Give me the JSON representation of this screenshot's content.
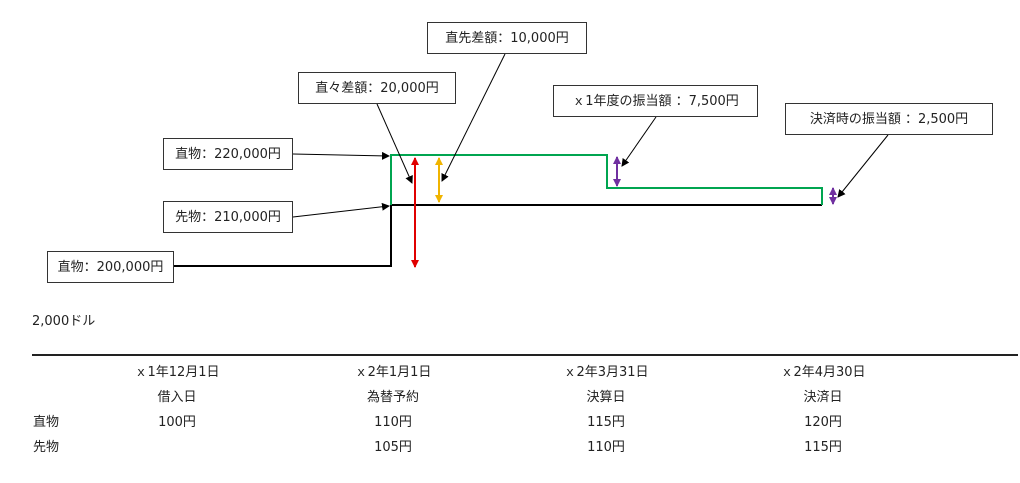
{
  "callouts": {
    "spot_initial": "直物：200,000円",
    "spot_contract": "直物：220,000円",
    "forward_contract": "先物：210,000円",
    "spot_spot_diff": "直々差額：20,000円",
    "spot_forward_diff": "直先差額：10,000円",
    "allocation_year1": "ｘ1年度の振当額 ：7,500円",
    "allocation_settlement": "決済時の振当額 ：2,500円"
  },
  "amount_label": "2,000ドル",
  "table": {
    "columns": [
      {
        "date": "ｘ1年12月1日",
        "event": "借入日",
        "spot": "100円",
        "forward": ""
      },
      {
        "date": "ｘ2年1月1日",
        "event": "為替予約",
        "spot": "110円",
        "forward": "105円"
      },
      {
        "date": "ｘ2年3月31日",
        "event": "決算日",
        "spot": "115円",
        "forward": "110円"
      },
      {
        "date": "ｘ2年4月30日",
        "event": "決済日",
        "spot": "120円",
        "forward": "115円"
      }
    ],
    "row_labels": {
      "spot": "直物",
      "forward": "先物"
    }
  },
  "colors": {
    "spot_line": "#00a550",
    "forward_line": "#000000",
    "spot_spot_arrow": "#e00000",
    "spot_forward_arrow": "#f0b400",
    "allocation_arrow": "#7030a0"
  }
}
